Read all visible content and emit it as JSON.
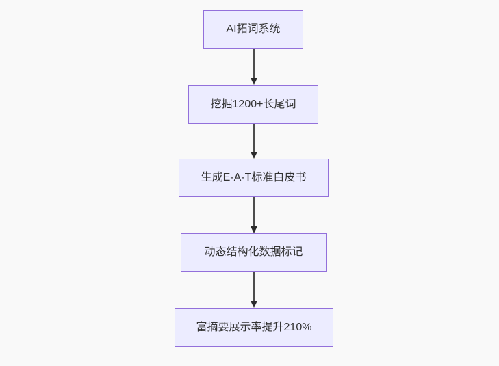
{
  "diagram": {
    "type": "flowchart",
    "direction": "top-down",
    "nodes": [
      {
        "id": "step-1",
        "label": "AI拓词系统"
      },
      {
        "id": "step-2",
        "label": "挖掘1200+长尾词"
      },
      {
        "id": "step-3",
        "label": "生成E-A-T标准白皮书"
      },
      {
        "id": "step-4",
        "label": "动态结构化数据标记"
      },
      {
        "id": "step-5",
        "label": "富摘要展示率提升210%"
      }
    ],
    "edges": [
      {
        "from": "AI拓词系统",
        "to": "挖掘1200+长尾词",
        "style": "arrow-down"
      },
      {
        "from": "挖掘1200+长尾词",
        "to": "生成E-A-T标准白皮书",
        "style": "arrow-down"
      },
      {
        "from": "生成E-A-T标准白皮书",
        "to": "动态结构化数据标记",
        "style": "arrow-down"
      },
      {
        "from": "动态结构化数据标记",
        "to": "富摘要展示率提升210%",
        "style": "arrow-down"
      }
    ],
    "colors": {
      "node_fill": "#ECECFF",
      "node_border": "#9370DB",
      "edge_line": "#4D4D4D",
      "arrowhead": "#2B2B2B",
      "text": "#333333",
      "background": "#F9F9F9"
    }
  }
}
